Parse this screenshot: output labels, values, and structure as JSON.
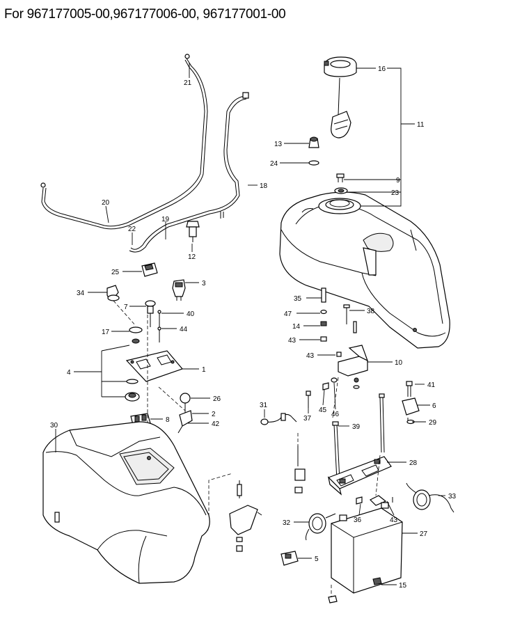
{
  "header": {
    "title": "For 967177005-00,967177006-00, 967177001-00"
  },
  "callouts": {
    "c1": "1",
    "c2": "2",
    "c3": "3",
    "c4": "4",
    "c5": "5",
    "c6": "6",
    "c7": "7",
    "c8": "8",
    "c9": "9",
    "c10": "10",
    "c11": "11",
    "c12": "12",
    "c13": "13",
    "c14": "14",
    "c15": "15",
    "c16": "16",
    "c17": "17",
    "c18": "18",
    "c19": "19",
    "c20": "20",
    "c21": "21",
    "c22": "22",
    "c23": "23",
    "c24": "24",
    "c25": "25",
    "c26": "26",
    "c27": "27",
    "c28": "28",
    "c29": "29",
    "c30": "30",
    "c31": "31",
    "c32": "32",
    "c33": "33",
    "c34": "34",
    "c35": "35",
    "c36": "36",
    "c37": "37",
    "c38": "38",
    "c39": "39",
    "c40": "40",
    "c41": "41",
    "c42": "42",
    "c43a": "43",
    "c43b": "43",
    "c43c": "43",
    "c44": "44",
    "c45": "45",
    "c46": "46",
    "c47": "47"
  }
}
